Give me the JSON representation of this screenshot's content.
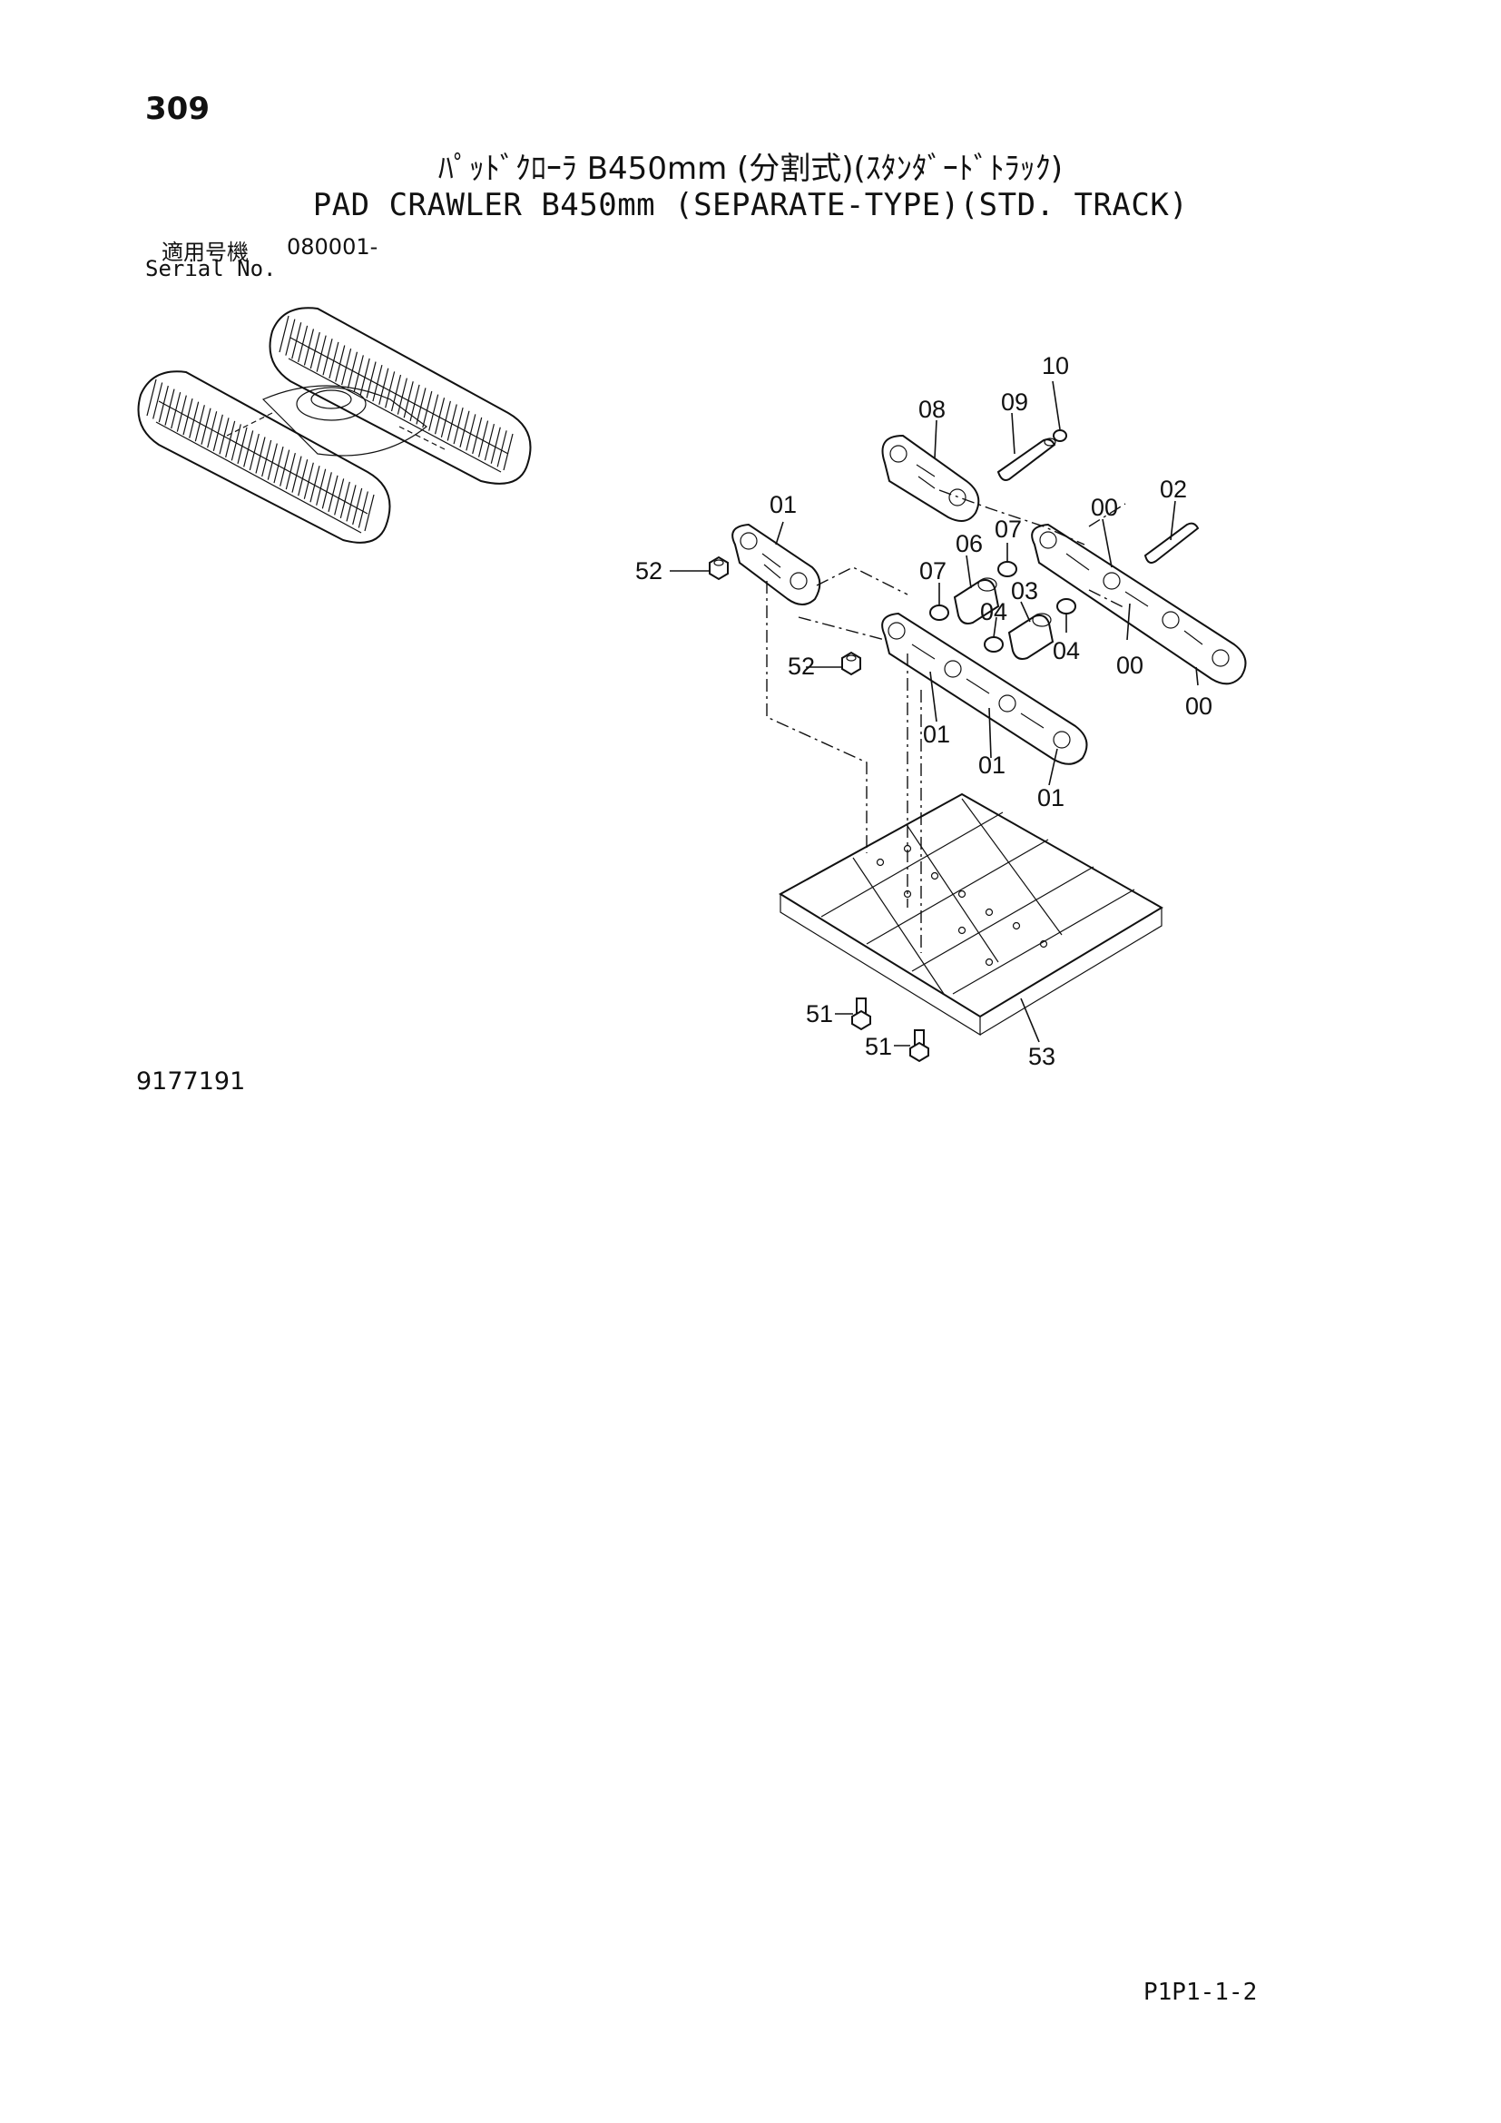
{
  "page": {
    "number": "309",
    "title_jp": "ﾊﾟｯﾄﾞｸﾛｰﾗ B450mm (分割式)(ｽﾀﾝﾀﾞｰﾄﾞﾄﾗｯｸ)",
    "title_en": "PAD CRAWLER B450mm (SEPARATE-TYPE)(STD. TRACK)",
    "serial_label_jp": "適用号機",
    "serial_label_en": "Serial No.",
    "serial_value": "080001-",
    "drawing_number": "9177191",
    "page_code": "P1P1-1-2"
  },
  "callouts": {
    "c10": "10",
    "c08": "08",
    "c09": "09",
    "c02": "02",
    "c01a": "01",
    "c00a": "00",
    "c07a": "07",
    "c52a": "52",
    "c06": "06",
    "c07b": "07",
    "c03": "03",
    "c04a": "04",
    "c04b": "04",
    "c00b": "00",
    "c52b": "52",
    "c00c": "00",
    "c01b": "01",
    "c01c": "01",
    "c01d": "01",
    "c51a": "51",
    "c51b": "51",
    "c53": "53"
  }
}
